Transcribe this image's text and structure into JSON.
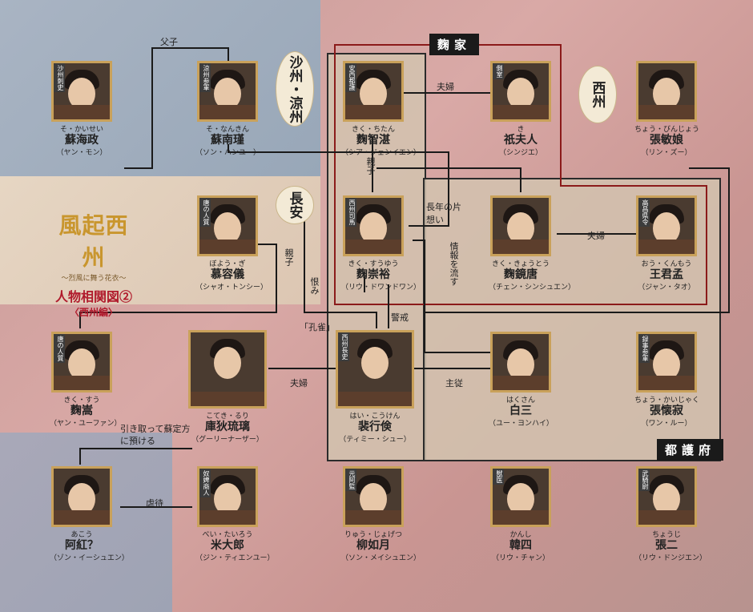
{
  "logo": {
    "title": "風起西州",
    "subtitle": "〜烈風に舞う花衣〜",
    "chart_title": "人物相関図②",
    "chart_edition": "〈西州編〉"
  },
  "regions": {
    "shazhou": "沙州・涼州",
    "changan": "長安",
    "xizhou": "西州",
    "kiku_family": "麴家",
    "gohu": "都護府"
  },
  "characters": [
    {
      "id": "so_kaisei",
      "title": "沙州刺史",
      "reading": "そ・かいせい",
      "name": "蘇海政",
      "actor": "（ヤン・モン）"
    },
    {
      "id": "so_nankin",
      "title": "涼州参軍",
      "reading": "そ・なんきん",
      "name": "蘇南瑾",
      "actor": "（ソン・ハンユー）"
    },
    {
      "id": "kiku_chitan",
      "title": "安西都護",
      "reading": "きく・ちたん",
      "name": "麴智湛",
      "actor": "（シア・ジェンイエン）"
    },
    {
      "id": "ki_fujin",
      "title": "側室",
      "reading": "き",
      "name": "祇夫人",
      "actor": "（シンジエ）"
    },
    {
      "id": "cho_binjo",
      "title": "",
      "reading": "ちょう・びんじょう",
      "name": "張敏娘",
      "actor": "（リン・ズー）"
    },
    {
      "id": "boyo_gi",
      "title": "唐の人質",
      "reading": "ぼよう・ぎ",
      "name": "慕容儀",
      "actor": "（シャオ・トンシー）"
    },
    {
      "id": "kiku_suyu",
      "title": "西州司馬",
      "reading": "きく・すうゆう",
      "name": "麴崇裕",
      "actor": "（リウ・ドワンドワン）"
    },
    {
      "id": "kiku_kyotou",
      "title": "",
      "reading": "きく・きょうとう",
      "name": "麴鏡唐",
      "actor": "（チェン・シンシュエン）"
    },
    {
      "id": "o_kunmou",
      "title": "高昌県令",
      "reading": "おう・くんもう",
      "name": "王君孟",
      "actor": "（ジャン・タオ）"
    },
    {
      "id": "kiku_su",
      "title": "唐の人質",
      "reading": "きく・すう",
      "name": "麴嵩",
      "actor": "（ヤン・ユーファン）"
    },
    {
      "id": "kotekiruri",
      "title": "",
      "reading": "こてき・るり",
      "name": "庫狄琉璃",
      "actor": "（グーリーナーザー）"
    },
    {
      "id": "hai_kouken",
      "title": "西州長史",
      "reading": "はい・こうけん",
      "name": "裴行倹",
      "actor": "（ティミー・シュー）"
    },
    {
      "id": "hakusan",
      "title": "",
      "reading": "はくさん",
      "name": "白三",
      "actor": "（ユー・ヨンハイ）"
    },
    {
      "id": "cho_kaijaku",
      "title": "録事参軍",
      "reading": "ちょう・かいじゃく",
      "name": "張懐寂",
      "actor": "（ワン・ルー）"
    },
    {
      "id": "akou",
      "title": "",
      "reading": "あこう",
      "name": "阿紅？",
      "actor": "（ゾン・イーシュエン）"
    },
    {
      "id": "bei_tairou",
      "title": "奴婢商人",
      "reading": "べい・たいろう",
      "name": "米大郎",
      "actor": "（ジン・ティエンユー）"
    },
    {
      "id": "ryu_jogetsu",
      "title": "元阿監",
      "reading": "りゅう・じょげつ",
      "name": "柳如月",
      "actor": "（ソン・メイシュエン）"
    },
    {
      "id": "kanshi",
      "title": "獣医",
      "reading": "かんし",
      "name": "韓四",
      "actor": "（リウ・チャン）"
    },
    {
      "id": "chouji",
      "title": "武騎尉",
      "reading": "ちょうじ",
      "name": "張二",
      "actor": "（リウ・ドンジエン）"
    }
  ],
  "relations": {
    "father_son": "父子",
    "couple_1": "夫婦",
    "parent_child_1": "親子",
    "longing": "長年の片想い",
    "couple_2": "夫婦",
    "parent_child_2": "親子",
    "grudge": "恨み",
    "info_leak": "情報を流す",
    "kujaku": "「孔雀」",
    "warning": "警戒",
    "couple_3": "夫婦",
    "master_servant": "主従",
    "take_in": "引き取って蘇定方に預ける",
    "abuse": "虐待"
  }
}
